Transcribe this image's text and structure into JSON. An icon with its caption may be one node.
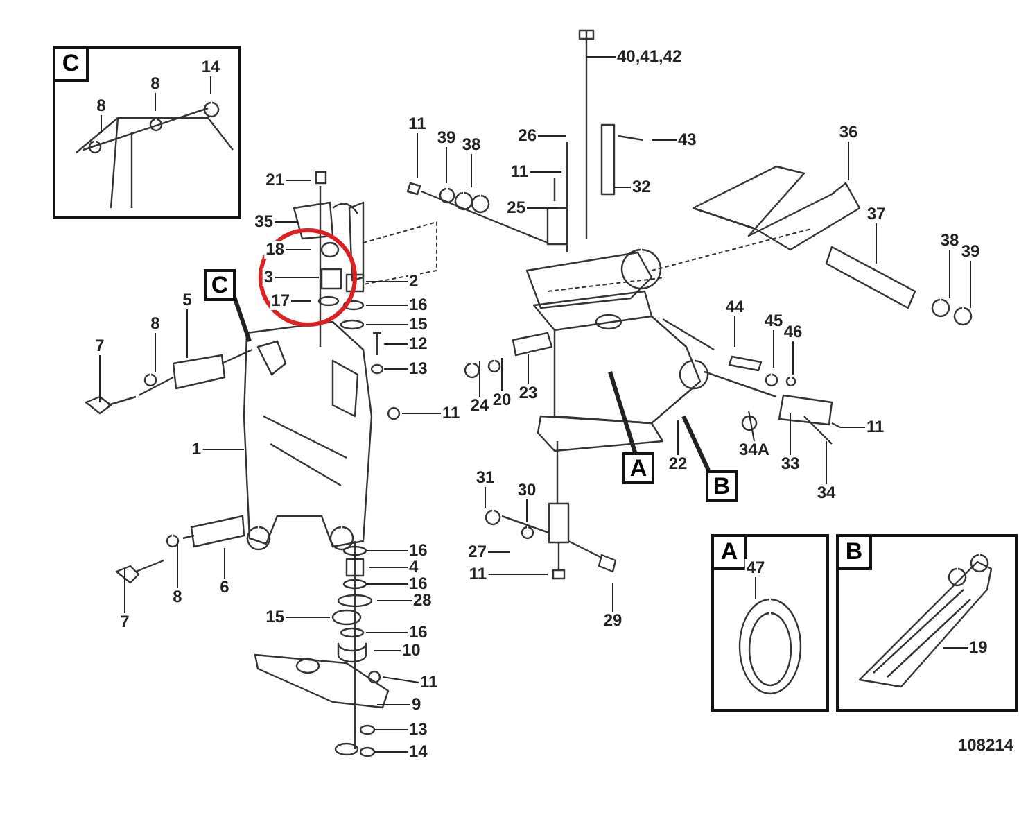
{
  "diagram": {
    "nodes": [
      {
        "text": [
          "C"
        ]
      },
      {
        "text": [
          "14"
        ],
        "in": 0
      },
      {
        "text": [
          "8"
        ],
        "in": 0
      },
      {
        "text": [
          "8"
        ],
        "in": 0
      },
      {
        "text": [
          "40,41,42"
        ]
      },
      {
        "text": [
          "36"
        ]
      },
      {
        "text": [
          "43"
        ]
      },
      {
        "text": [
          "11"
        ]
      },
      {
        "text": [
          "39"
        ]
      },
      {
        "text": [
          "38"
        ]
      },
      {
        "text": [
          "26"
        ]
      },
      {
        "text": [
          "32"
        ]
      },
      {
        "text": [
          "21"
        ]
      },
      {
        "text": [
          "11"
        ]
      },
      {
        "text": [
          "25"
        ]
      },
      {
        "text": [
          "35"
        ]
      },
      {
        "text": [
          "37"
        ]
      },
      {
        "text": [
          "38"
        ]
      },
      {
        "text": [
          "39"
        ]
      },
      {
        "text": [
          "18"
        ]
      },
      {
        "text": [
          "C"
        ]
      },
      {
        "text": [
          "3"
        ]
      },
      {
        "text": [
          "2"
        ]
      },
      {
        "text": [
          "5"
        ]
      },
      {
        "text": [
          "16"
        ]
      },
      {
        "text": [
          "17"
        ]
      },
      {
        "text": [
          "15"
        ]
      },
      {
        "text": [
          "44"
        ]
      },
      {
        "text": [
          "8"
        ]
      },
      {
        "text": [
          "45"
        ]
      },
      {
        "text": [
          "46"
        ]
      },
      {
        "text": [
          "7"
        ]
      },
      {
        "text": [
          "12"
        ]
      },
      {
        "text": [
          "13"
        ]
      },
      {
        "text": [
          "23"
        ]
      },
      {
        "text": [
          "20"
        ]
      },
      {
        "text": [
          "24"
        ]
      },
      {
        "text": [
          "11"
        ]
      },
      {
        "text": [
          "11"
        ]
      },
      {
        "text": [
          "1"
        ]
      },
      {
        "text": [
          "34A"
        ]
      },
      {
        "text": [
          "33"
        ]
      },
      {
        "text": [
          "A"
        ]
      },
      {
        "text": [
          "22"
        ]
      },
      {
        "text": [
          "B"
        ]
      },
      {
        "text": [
          "31"
        ]
      },
      {
        "text": [
          "30"
        ]
      },
      {
        "text": [
          "34"
        ]
      },
      {
        "text": [
          "27"
        ]
      },
      {
        "text": [
          "A"
        ]
      },
      {
        "text": [
          "47"
        ],
        "in": 49
      },
      {
        "text": [
          "B"
        ]
      },
      {
        "text": [
          "19"
        ],
        "in": 51
      },
      {
        "text": [
          "16"
        ]
      },
      {
        "text": [
          "4"
        ]
      },
      {
        "text": [
          "11"
        ]
      },
      {
        "text": [
          "16"
        ]
      },
      {
        "text": [
          "6"
        ]
      },
      {
        "text": [
          "8"
        ]
      },
      {
        "text": [
          "28"
        ]
      },
      {
        "text": [
          "15"
        ]
      },
      {
        "text": [
          "29"
        ]
      },
      {
        "text": [
          "7"
        ]
      },
      {
        "text": [
          "16"
        ]
      },
      {
        "text": [
          "10"
        ]
      },
      {
        "text": [
          "11"
        ]
      },
      {
        "text": [
          "9"
        ]
      },
      {
        "text": [
          "13"
        ]
      },
      {
        "text": [
          "14"
        ]
      }
    ],
    "edges": [
      {
        "from": 1,
        "to": null,
        "arrow": "none"
      },
      {
        "from": 2,
        "to": null,
        "arrow": "none"
      },
      {
        "from": 3,
        "to": null,
        "arrow": "none"
      },
      {
        "from": 4,
        "to": null,
        "arrow": "none"
      },
      {
        "from": 5,
        "to": null,
        "arrow": "none"
      },
      {
        "from": 6,
        "to": null,
        "arrow": "none"
      },
      {
        "from": 7,
        "to": null,
        "arrow": "none"
      },
      {
        "from": 8,
        "to": null,
        "arrow": "none"
      },
      {
        "from": 9,
        "to": null,
        "arrow": "none"
      },
      {
        "from": 10,
        "to": null,
        "arrow": "none"
      },
      {
        "from": 11,
        "to": null,
        "arrow": "none"
      },
      {
        "from": 12,
        "to": null,
        "arrow": "none"
      },
      {
        "from": 13,
        "to": null,
        "arrow": "none"
      },
      {
        "from": 14,
        "to": null,
        "arrow": "none"
      },
      {
        "from": 15,
        "to": null,
        "arrow": "none"
      },
      {
        "from": 16,
        "to": null,
        "arrow": "none"
      },
      {
        "from": 17,
        "to": null,
        "arrow": "none"
      },
      {
        "from": 18,
        "to": null,
        "arrow": "none"
      },
      {
        "from": 19,
        "to": null,
        "arrow": "none"
      },
      {
        "from": 20,
        "to": null,
        "arrow": "none",
        "style": "thick"
      },
      {
        "from": 21,
        "to": null,
        "arrow": "none"
      },
      {
        "from": 22,
        "to": null,
        "arrow": "none"
      },
      {
        "from": 23,
        "to": null,
        "arrow": "none"
      },
      {
        "from": 24,
        "to": null,
        "arrow": "none"
      },
      {
        "from": 25,
        "to": null,
        "arrow": "none"
      },
      {
        "from": 26,
        "to": null,
        "arrow": "none"
      },
      {
        "from": 27,
        "to": null,
        "arrow": "none"
      },
      {
        "from": 28,
        "to": null,
        "arrow": "none"
      },
      {
        "from": 29,
        "to": null,
        "arrow": "none"
      },
      {
        "from": 30,
        "to": null,
        "arrow": "none"
      },
      {
        "from": 31,
        "to": null,
        "arrow": "none"
      },
      {
        "from": 32,
        "to": null,
        "arrow": "none"
      },
      {
        "from": 33,
        "to": null,
        "arrow": "none"
      },
      {
        "from": 34,
        "to": null,
        "arrow": "none"
      },
      {
        "from": 35,
        "to": null,
        "arrow": "none"
      },
      {
        "from": 36,
        "to": null,
        "arrow": "none"
      },
      {
        "from": 37,
        "to": null,
        "arrow": "none"
      },
      {
        "from": 38,
        "to": null,
        "arrow": "none"
      },
      {
        "from": 39,
        "to": null,
        "arrow": "none"
      },
      {
        "from": 40,
        "to": null,
        "arrow": "none"
      },
      {
        "from": 41,
        "to": null,
        "arrow": "none"
      },
      {
        "from": 42,
        "to": null,
        "arrow": "none",
        "style": "thick"
      },
      {
        "from": 43,
        "to": null,
        "arrow": "none"
      },
      {
        "from": 44,
        "to": null,
        "arrow": "none",
        "style": "thick"
      },
      {
        "from": 45,
        "to": null,
        "arrow": "none"
      },
      {
        "from": 46,
        "to": null,
        "arrow": "none"
      },
      {
        "from": 47,
        "to": null,
        "arrow": "none"
      },
      {
        "from": 48,
        "to": null,
        "arrow": "none"
      },
      {
        "from": 50,
        "to": null,
        "arrow": "none"
      },
      {
        "from": 52,
        "to": null,
        "arrow": "none"
      },
      {
        "from": 53,
        "to": null,
        "arrow": "none"
      },
      {
        "from": 54,
        "to": null,
        "arrow": "none"
      },
      {
        "from": 55,
        "to": null,
        "arrow": "none"
      },
      {
        "from": 56,
        "to": null,
        "arrow": "none"
      },
      {
        "from": 57,
        "to": null,
        "arrow": "none"
      },
      {
        "from": 58,
        "to": null,
        "arrow": "none"
      },
      {
        "from": 59,
        "to": null,
        "arrow": "none"
      },
      {
        "from": 60,
        "to": null,
        "arrow": "none"
      },
      {
        "from": 61,
        "to": null,
        "arrow": "none"
      },
      {
        "from": 62,
        "to": null,
        "arrow": "none"
      },
      {
        "from": 63,
        "to": null,
        "arrow": "none"
      },
      {
        "from": 64,
        "to": null,
        "arrow": "none"
      },
      {
        "from": 65,
        "to": null,
        "arrow": "none"
      },
      {
        "from": 66,
        "to": null,
        "arrow": "none"
      },
      {
        "from": 67,
        "to": null,
        "arrow": "none"
      },
      {
        "from": 68,
        "to": null,
        "arrow": "none"
      }
    ],
    "labels": [
      "108214"
    ]
  }
}
